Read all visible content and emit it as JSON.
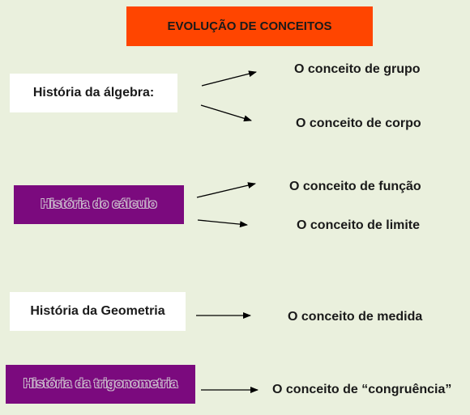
{
  "title": "EVOLUÇÃO DE CONCEITOS",
  "histories": [
    {
      "label": "História da álgebra:",
      "concepts": [
        "O conceito de grupo",
        "O conceito de corpo"
      ]
    },
    {
      "label": "História do cálculo",
      "concepts": [
        "O conceito de função",
        "O conceito de limite"
      ]
    },
    {
      "label": "História da Geometria",
      "concepts": [
        "O conceito de medida"
      ]
    },
    {
      "label": "História da trigonometria",
      "concepts": [
        "O conceito de “congruência”"
      ]
    }
  ],
  "colors": {
    "background": "#eaf0dd",
    "title_box": "#ff4500",
    "purple_box": "#7b0a7e",
    "white_box": "#ffffff"
  }
}
